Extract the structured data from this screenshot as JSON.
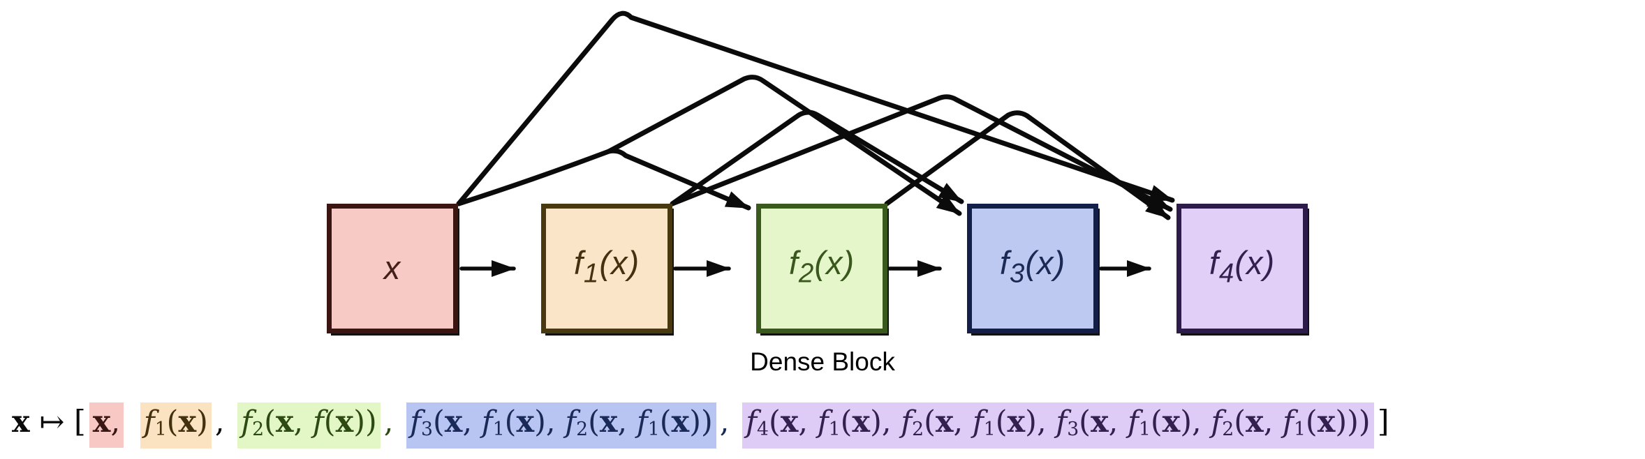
{
  "diagram": {
    "caption": "Dense Block",
    "arrow_color": "#0b0b0b",
    "boxes": [
      {
        "label": "x",
        "fill": "#f8cac6",
        "border": "#3a1512",
        "text_color": "#45201b"
      },
      {
        "label": "f₁(x)",
        "fill": "#fbe5c8",
        "border": "#483910",
        "text_color": "#45310f"
      },
      {
        "label": "f₂(x)",
        "fill": "#e6f6cb",
        "border": "#3a591d",
        "text_color": "#3a571e"
      },
      {
        "label": "f₃(x)",
        "fill": "#bec9f2",
        "border": "#131e49",
        "text_color": "#1b2a55"
      },
      {
        "label": "f₄(x)",
        "fill": "#e2cff7",
        "border": "#2d1b49",
        "text_color": "#33204e"
      }
    ]
  },
  "formula": {
    "parts": [
      {
        "text": "x ↦ [",
        "color": "#0a0a0a",
        "bg": null
      },
      {
        "text": "x,",
        "color": "#3a1613",
        "bg": "#f8c9c4"
      },
      {
        "text": " ",
        "color": "#0a0a0a",
        "bg": null
      },
      {
        "text": "f₁(x)",
        "color": "#42300e",
        "bg": "#fbe2c1"
      },
      {
        "text": ", ",
        "color": "#0a0a0a",
        "bg": null
      },
      {
        "text": "f₂(x, f(x))",
        "color": "#2d4a12",
        "bg": "#e3f6c6"
      },
      {
        "text": ", ",
        "color": "#2d4a12",
        "bg": null
      },
      {
        "text": "f₃(x, f₁(x), f₂(x, f₁(x))",
        "color": "#192a58",
        "bg": "#b8c4f1"
      },
      {
        "text": ", ",
        "color": "#192a58",
        "bg": null
      },
      {
        "text": "f₄(x, f₁(x), f₂(x, f₁(x), f₃(x, f₁(x), f₂(x, f₁(x)))",
        "color": "#32204e",
        "bg": "#dfccf6"
      },
      {
        "text": "]",
        "color": "#0a0a0a",
        "bg": null
      }
    ]
  }
}
